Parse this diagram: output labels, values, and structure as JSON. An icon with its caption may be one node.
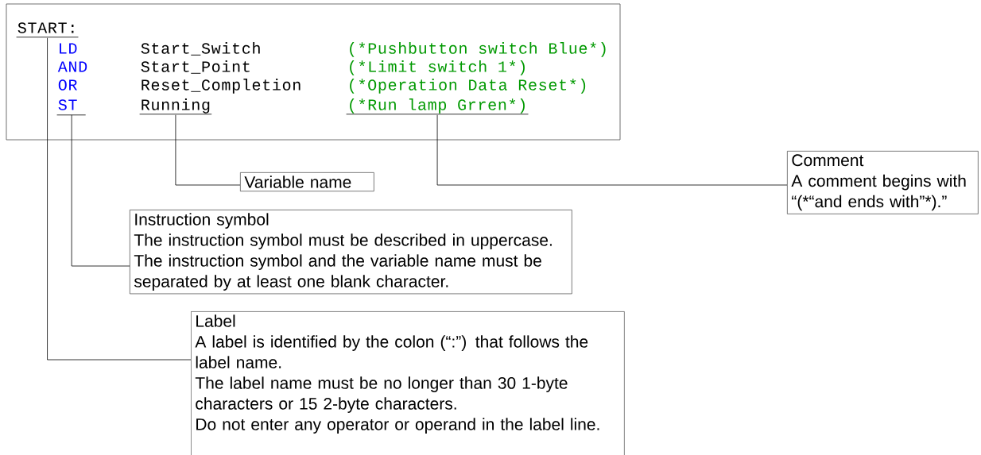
{
  "diagram": {
    "nodes": [
      {
        "text": [],
        "shape": "box"
      },
      {
        "text": [
          "START:"
        ],
        "in": 0
      },
      {
        "text": [
          "LD"
        ],
        "in": 0
      },
      {
        "text": [
          "Start_Switch"
        ],
        "in": 0
      },
      {
        "text": [
          "(*Pushbutton switch Blue*)"
        ],
        "in": 0
      },
      {
        "text": [
          "AND"
        ],
        "in": 0
      },
      {
        "text": [
          "Start_Point"
        ],
        "in": 0
      },
      {
        "text": [
          "(*Limit switch 1*)"
        ],
        "in": 0
      },
      {
        "text": [
          "OR"
        ],
        "in": 0
      },
      {
        "text": [
          "Reset_Completion"
        ],
        "in": 0
      },
      {
        "text": [
          "(*Operation Data Reset*)"
        ],
        "in": 0
      },
      {
        "text": [
          "ST"
        ],
        "in": 0
      },
      {
        "text": [
          "Running"
        ],
        "in": 0
      },
      {
        "text": [
          "(*Run lamp Grren*)"
        ],
        "in": 0
      },
      {
        "text": [
          "Variable name"
        ]
      },
      {
        "text": [
          "Comment",
          "A comment begins with “(*“and ends with”*).”"
        ]
      },
      {
        "text": [
          "Instruction symbol",
          "The instruction symbol must be described in uppercase.",
          "The instruction symbol and the variable name must be separated by at least one blank character."
        ]
      },
      {
        "text": [
          "Label",
          "A label is identified by the colon (“:”) that follows the label name.",
          "The label name must be no longer than 30 1-byte characters or 15 2-byte characters.",
          "Do not enter any operator or operand in the label line."
        ]
      }
    ],
    "edges": [
      {
        "from": 14,
        "to": 12,
        "arrow": "none"
      },
      {
        "from": 15,
        "to": 13,
        "arrow": "none"
      },
      {
        "from": 16,
        "to": 11,
        "arrow": "none"
      },
      {
        "from": 17,
        "to": 1,
        "arrow": "none"
      }
    ]
  }
}
